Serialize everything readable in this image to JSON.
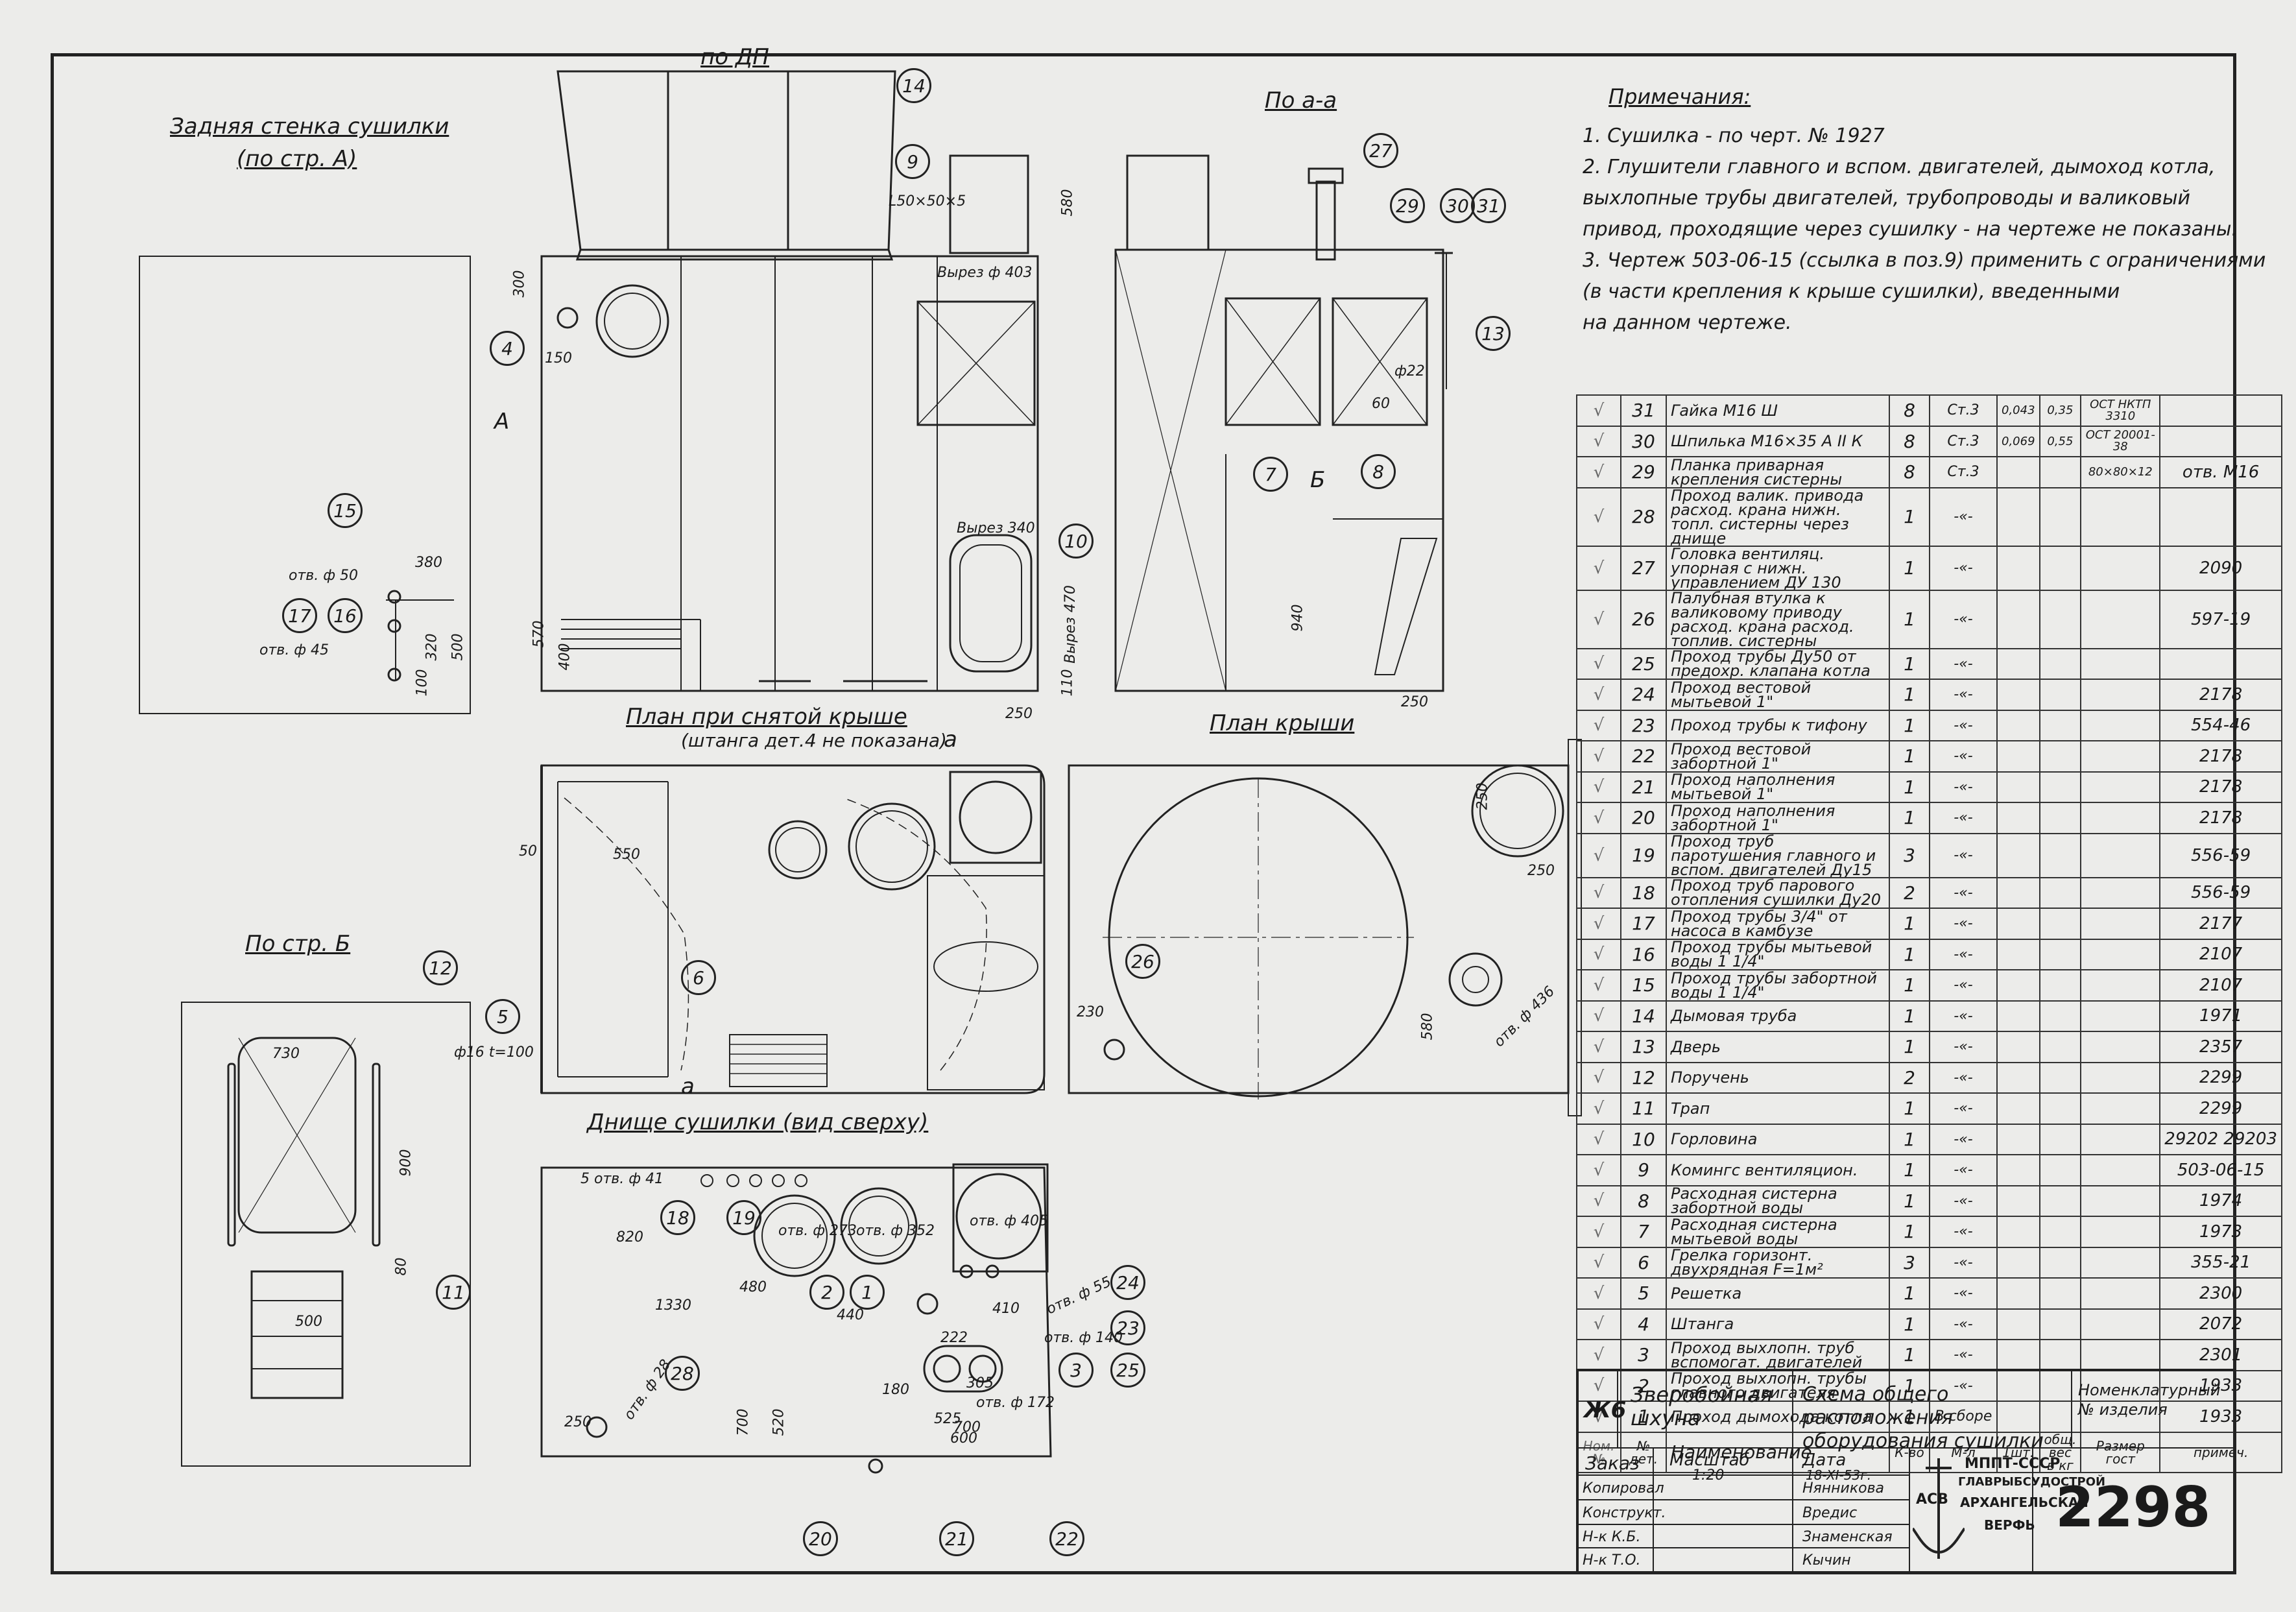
{
  "views": {
    "back_wall_title": "Задняя стенка сушилки",
    "back_wall_sub": "(по стр. А)",
    "dp_title": "по ДП",
    "aa_title": "По а-а",
    "plan_title": "План при снятой крыше",
    "plan_sub": "(штанга дет.4 не показана)",
    "roof_title": "План крыши",
    "bottom_title": "Днище сушилки (вид сверху)",
    "b_title": "По стр. Б",
    "arrow_a": "А",
    "arrow_b": "Б",
    "section_a": "а"
  },
  "dims": {
    "d300": "300",
    "d150": "150",
    "d380": "380",
    "d50dia": "отв. ф 50",
    "d45dia": "отв. ф 45",
    "d320": "320",
    "d500": "500",
    "d100": "100",
    "d570": "570",
    "d400": "400",
    "d50x50x5": "L50×50×5",
    "d580": "580",
    "cut": "Вырез ф 403",
    "cut340": "Вырез 340",
    "cut470": "Вырез 470",
    "d110": "110",
    "d250": "250",
    "d940": "940",
    "d60": "60",
    "d22": "ф22",
    "d550": "550",
    "d50": "50",
    "d16": "ф16 t=100",
    "d730": "730",
    "d900": "900",
    "d80": "80",
    "d500b": "500",
    "d230": "230",
    "d250r": "250",
    "d436": "отв. ф 436",
    "d5x41": "5 отв. ф 41",
    "d820": "820",
    "d480": "480",
    "d440": "440",
    "d1330": "1330",
    "d410": "410",
    "d222": "222",
    "d305": "305",
    "d180": "180",
    "d525": "525",
    "d600": "600",
    "d700": "700",
    "d520": "520",
    "d250b": "250",
    "d28": "отв. ф 28",
    "d172": "отв. ф 172",
    "d140": "отв. ф 140",
    "d55": "отв. ф 55",
    "d405": "отв. ф 405",
    "d352": "отв. ф 352",
    "d273": "отв. ф 273"
  },
  "bubbles": [
    "14",
    "9",
    "4",
    "27",
    "29",
    "30",
    "31",
    "13",
    "7",
    "8",
    "10",
    "15",
    "17",
    "16",
    "6",
    "5",
    "26",
    "12",
    "11",
    "18",
    "19",
    "2",
    "1",
    "24",
    "23",
    "25",
    "3",
    "28",
    "20",
    "21",
    "22"
  ],
  "notes": {
    "title": "Примечания:",
    "lines": [
      "1. Сушилка - по черт. № 1927",
      "2. Глушители главного и вспом. двигателей, дымоход котла,",
      "    выхлопные трубы двигателей, трубопроводы и валиковый",
      "    привод, проходящие через сушилку - на чертеже не показаны.",
      "3. Чертеж 503-06-15 (ссылка в поз.9) применить с ограничениями",
      "    (в части крепления к крыше сушилки), введенными",
      "    на данном чертеже."
    ]
  },
  "bom": {
    "rows": [
      {
        "n": "31",
        "name": "Гайка М16 Ш",
        "qty": "8",
        "mat": "Ст.3",
        "w1": "0,043",
        "w2": "0,35",
        "std": "ОСТ НКТП 3310",
        "note": ""
      },
      {
        "n": "30",
        "name": "Шпилька М16×35 А ІІ К",
        "qty": "8",
        "mat": "Ст.3",
        "w1": "0,069",
        "w2": "0,55",
        "std": "ОСТ 20001-38",
        "note": ""
      },
      {
        "n": "29",
        "name": "Планка приварная крепления систерны",
        "qty": "8",
        "mat": "Ст.3",
        "w1": "",
        "w2": "",
        "std": "80×80×12",
        "note": "отв. М16"
      },
      {
        "n": "28",
        "name": "Проход валик. привода расход. крана нижн. топл. систерны через днище",
        "qty": "1",
        "mat": "-«-",
        "w1": "",
        "w2": "",
        "std": "",
        "note": ""
      },
      {
        "n": "27",
        "name": "Головка вентиляц. упорная с нижн. управлением ДУ 130",
        "qty": "1",
        "mat": "-«-",
        "w1": "",
        "w2": "",
        "std": "",
        "note": "2090"
      },
      {
        "n": "26",
        "name": "Палубная втулка к валиковому приводу расход. крана расход. топлив. систерны",
        "qty": "1",
        "mat": "-«-",
        "w1": "",
        "w2": "",
        "std": "",
        "note": "597-19"
      },
      {
        "n": "25",
        "name": "Проход трубы Ду50 от предохр. клапана котла",
        "qty": "1",
        "mat": "-«-",
        "w1": "",
        "w2": "",
        "std": "",
        "note": ""
      },
      {
        "n": "24",
        "name": "Проход вестовой мытьевой 1\"",
        "qty": "1",
        "mat": "-«-",
        "w1": "",
        "w2": "",
        "std": "",
        "note": "2178"
      },
      {
        "n": "23",
        "name": "Проход трубы к тифону",
        "qty": "1",
        "mat": "-«-",
        "w1": "",
        "w2": "",
        "std": "",
        "note": "554-46"
      },
      {
        "n": "22",
        "name": "Проход вестовой забортной 1\"",
        "qty": "1",
        "mat": "-«-",
        "w1": "",
        "w2": "",
        "std": "",
        "note": "2178"
      },
      {
        "n": "21",
        "name": "Проход наполнения мытьевой 1\"",
        "qty": "1",
        "mat": "-«-",
        "w1": "",
        "w2": "",
        "std": "",
        "note": "2178"
      },
      {
        "n": "20",
        "name": "Проход наполнения забортной 1\"",
        "qty": "1",
        "mat": "-«-",
        "w1": "",
        "w2": "",
        "std": "",
        "note": "2178"
      },
      {
        "n": "19",
        "name": "Проход труб паротушения главного и вспом. двигателей Ду15",
        "qty": "3",
        "mat": "-«-",
        "w1": "",
        "w2": "",
        "std": "",
        "note": "556-59"
      },
      {
        "n": "18",
        "name": "Проход труб парового отопления сушилки Ду20",
        "qty": "2",
        "mat": "-«-",
        "w1": "",
        "w2": "",
        "std": "",
        "note": "556-59"
      },
      {
        "n": "17",
        "name": "Проход трубы 3/4\" от насоса в камбузе",
        "qty": "1",
        "mat": "-«-",
        "w1": "",
        "w2": "",
        "std": "",
        "note": "2177"
      },
      {
        "n": "16",
        "name": "Проход трубы мытьевой воды 1 1/4\"",
        "qty": "1",
        "mat": "-«-",
        "w1": "",
        "w2": "",
        "std": "",
        "note": "2107"
      },
      {
        "n": "15",
        "name": "Проход трубы забортной воды 1 1/4\"",
        "qty": "1",
        "mat": "-«-",
        "w1": "",
        "w2": "",
        "std": "",
        "note": "2107"
      },
      {
        "n": "14",
        "name": "Дымовая труба",
        "qty": "1",
        "mat": "-«-",
        "w1": "",
        "w2": "",
        "std": "",
        "note": "1971"
      },
      {
        "n": "13",
        "name": "Дверь",
        "qty": "1",
        "mat": "-«-",
        "w1": "",
        "w2": "",
        "std": "",
        "note": "2357"
      },
      {
        "n": "12",
        "name": "Поручень",
        "qty": "2",
        "mat": "-«-",
        "w1": "",
        "w2": "",
        "std": "",
        "note": "2299"
      },
      {
        "n": "11",
        "name": "Трап",
        "qty": "1",
        "mat": "-«-",
        "w1": "",
        "w2": "",
        "std": "",
        "note": "2299"
      },
      {
        "n": "10",
        "name": "Горловина",
        "qty": "1",
        "mat": "-«-",
        "w1": "",
        "w2": "",
        "std": "",
        "note": "29202 29203"
      },
      {
        "n": "9",
        "name": "Комингс вентиляцион.",
        "qty": "1",
        "mat": "-«-",
        "w1": "",
        "w2": "",
        "std": "",
        "note": "503-06-15"
      },
      {
        "n": "8",
        "name": "Расходная систерна забортной воды",
        "qty": "1",
        "mat": "-«-",
        "w1": "",
        "w2": "",
        "std": "",
        "note": "1974"
      },
      {
        "n": "7",
        "name": "Расходная систерна мытьевой воды",
        "qty": "1",
        "mat": "-«-",
        "w1": "",
        "w2": "",
        "std": "",
        "note": "1973"
      },
      {
        "n": "6",
        "name": "Грелка горизонт. двухрядная F=1м²",
        "qty": "3",
        "mat": "-«-",
        "w1": "",
        "w2": "",
        "std": "",
        "note": "355-21"
      },
      {
        "n": "5",
        "name": "Решетка",
        "qty": "1",
        "mat": "-«-",
        "w1": "",
        "w2": "",
        "std": "",
        "note": "2300"
      },
      {
        "n": "4",
        "name": "Штанга",
        "qty": "1",
        "mat": "-«-",
        "w1": "",
        "w2": "",
        "std": "",
        "note": "2072"
      },
      {
        "n": "3",
        "name": "Проход выхлопн. труб вспомогат. двигателей",
        "qty": "1",
        "mat": "-«-",
        "w1": "",
        "w2": "",
        "std": "",
        "note": "2301"
      },
      {
        "n": "2",
        "name": "Проход выхлопн. трубы главного двигателя",
        "qty": "1",
        "mat": "-«-",
        "w1": "",
        "w2": "",
        "std": "",
        "note": "1933"
      },
      {
        "n": "1",
        "name": "Проход дымохода котла",
        "qty": "1",
        "mat": "В сборе",
        "w1": "",
        "w2": "",
        "std": "",
        "note": "1933"
      }
    ],
    "header": {
      "c0": "Ном. №",
      "n": "№ дет.",
      "name": "Наименование",
      "qty": "К-во",
      "mat": "М-л",
      "w1": "1шт.",
      "w2": "общ. вес в кг",
      "std": "Размер гост",
      "note": "примеч."
    }
  },
  "title_block": {
    "code": "Ж6",
    "vessel": "Зверобойная шхуна",
    "drawing": "Схема общего расположения оборудования сушилки",
    "nomen": "Номенклатурный № изделия",
    "order": "Заказ",
    "scale_lbl": "Масштаб",
    "scale": "1:20",
    "date_lbl": "Дата",
    "date": "18-XI-53г.",
    "roles": [
      "Копировал",
      "Конструкт.",
      "Н-к К.Б.",
      "Н-к Т.О."
    ],
    "names": [
      "Нянникова",
      "Вредис",
      "Знаменская",
      "Кычин"
    ],
    "org1": "МППТ-СССР",
    "org2": "ГЛАВРЫБСУДОСТРОЙ",
    "org3": "АРХАНГЕЛЬСКАЯ",
    "org4": "ВЕРФЬ",
    "number": "2298",
    "logo": "АСВ"
  }
}
